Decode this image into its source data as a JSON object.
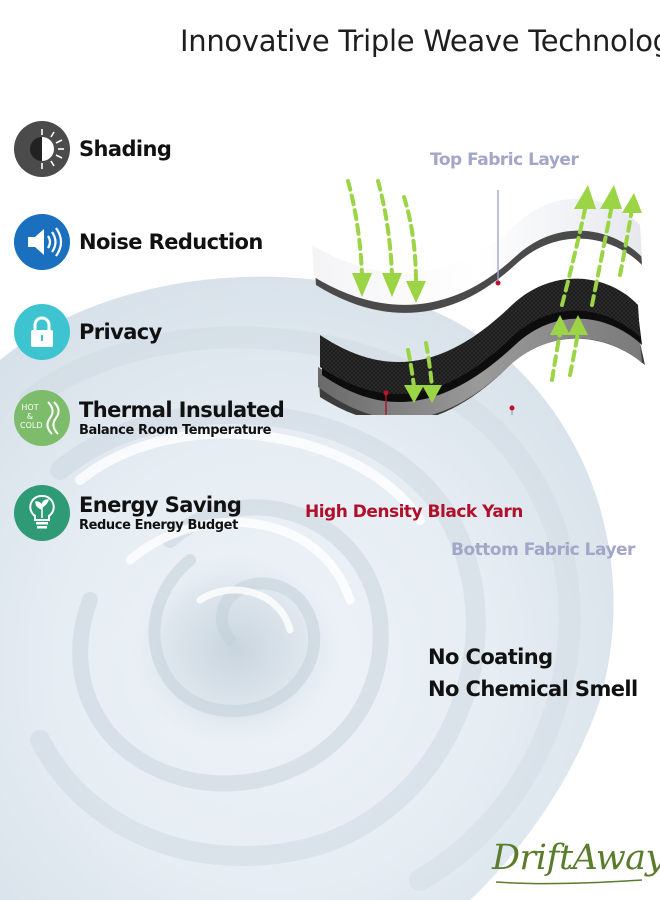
{
  "title": "Innovative Triple Weave Technology",
  "features": [
    {
      "name": "Shading",
      "sub": "",
      "icon": "half-sun-icon",
      "color": "#4b4b4b"
    },
    {
      "name": "Noise Reduction",
      "sub": "",
      "icon": "speaker-icon",
      "color": "#1a6fbf"
    },
    {
      "name": "Privacy",
      "sub": "",
      "icon": "lock-icon",
      "color": "#3ec4d0"
    },
    {
      "name": "Thermal Insulated",
      "sub": "Balance Room Temperature",
      "icon": "hot-cold-icon",
      "color": "#7cbc6a"
    },
    {
      "name": "Energy Saving",
      "sub": "Reduce Energy Budget",
      "icon": "lightbulb-leaf-icon",
      "color": "#2f9a76"
    }
  ],
  "hot_cold": {
    "hot": "HOT",
    "amp": "&",
    "cold": "COLD"
  },
  "diagram": {
    "top_label": "Top Fabric Layer",
    "middle_label": "High Density Black Yarn",
    "bottom_label": "Bottom Fabric Layer",
    "label_color": "#a2a6c8",
    "middle_label_color": "#b0102a",
    "arrow_color": "#9bd444"
  },
  "claims": {
    "line1": "No Coating",
    "line2": "No Chemical Smell"
  },
  "brand": {
    "logo_text": "DriftAway",
    "color": "#5b7b2d"
  }
}
